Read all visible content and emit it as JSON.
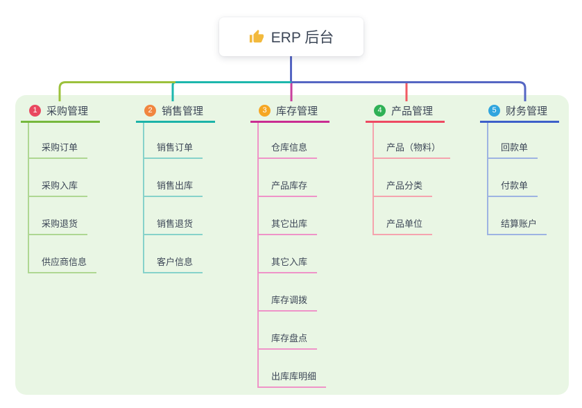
{
  "colors": {
    "panel_bg": "#e9f6e4",
    "text": "#3d4757",
    "root_card_bg": "#ffffff",
    "root_line": "#5566c3",
    "thumb": "#f2b93c"
  },
  "root": {
    "label": "ERP 后台",
    "icon": "thumbs-up-icon"
  },
  "branches": [
    {
      "badge": "1",
      "title": "采购管理",
      "colors": {
        "line": "#76b83c",
        "drop": "#9cc13c",
        "light": "#aed792",
        "badge": "#e9485f"
      },
      "children": [
        "采购订单",
        "采购入库",
        "采购退货",
        "供应商信息"
      ]
    },
    {
      "badge": "2",
      "title": "销售管理",
      "colors": {
        "line": "#1cb3a8",
        "drop": "#1db7ad",
        "light": "#86d2ca",
        "badge": "#f1863f"
      },
      "children": [
        "销售订单",
        "销售出库",
        "销售退货",
        "客户信息"
      ]
    },
    {
      "badge": "3",
      "title": "库存管理",
      "colors": {
        "line": "#c92d92",
        "drop": "#c83f9d",
        "light": "#ef93c8",
        "badge": "#f6a623"
      },
      "children": [
        "仓库信息",
        "产品库存",
        "其它出库",
        "其它入库",
        "库存调拨",
        "库存盘点",
        "出库库明细"
      ]
    },
    {
      "badge": "4",
      "title": "产品管理",
      "colors": {
        "line": "#ee4a62",
        "drop": "#f15a63",
        "light": "#f5a3ae",
        "badge": "#2fb156"
      },
      "children": [
        "产品（物料）",
        "产品分类",
        "产品单位"
      ]
    },
    {
      "badge": "5",
      "title": "财务管理",
      "colors": {
        "line": "#3d5fc9",
        "drop": "#5566c3",
        "light": "#9db3e2",
        "badge": "#30a5de"
      },
      "children": [
        "回款单",
        "付款单",
        "结算账户"
      ]
    }
  ]
}
